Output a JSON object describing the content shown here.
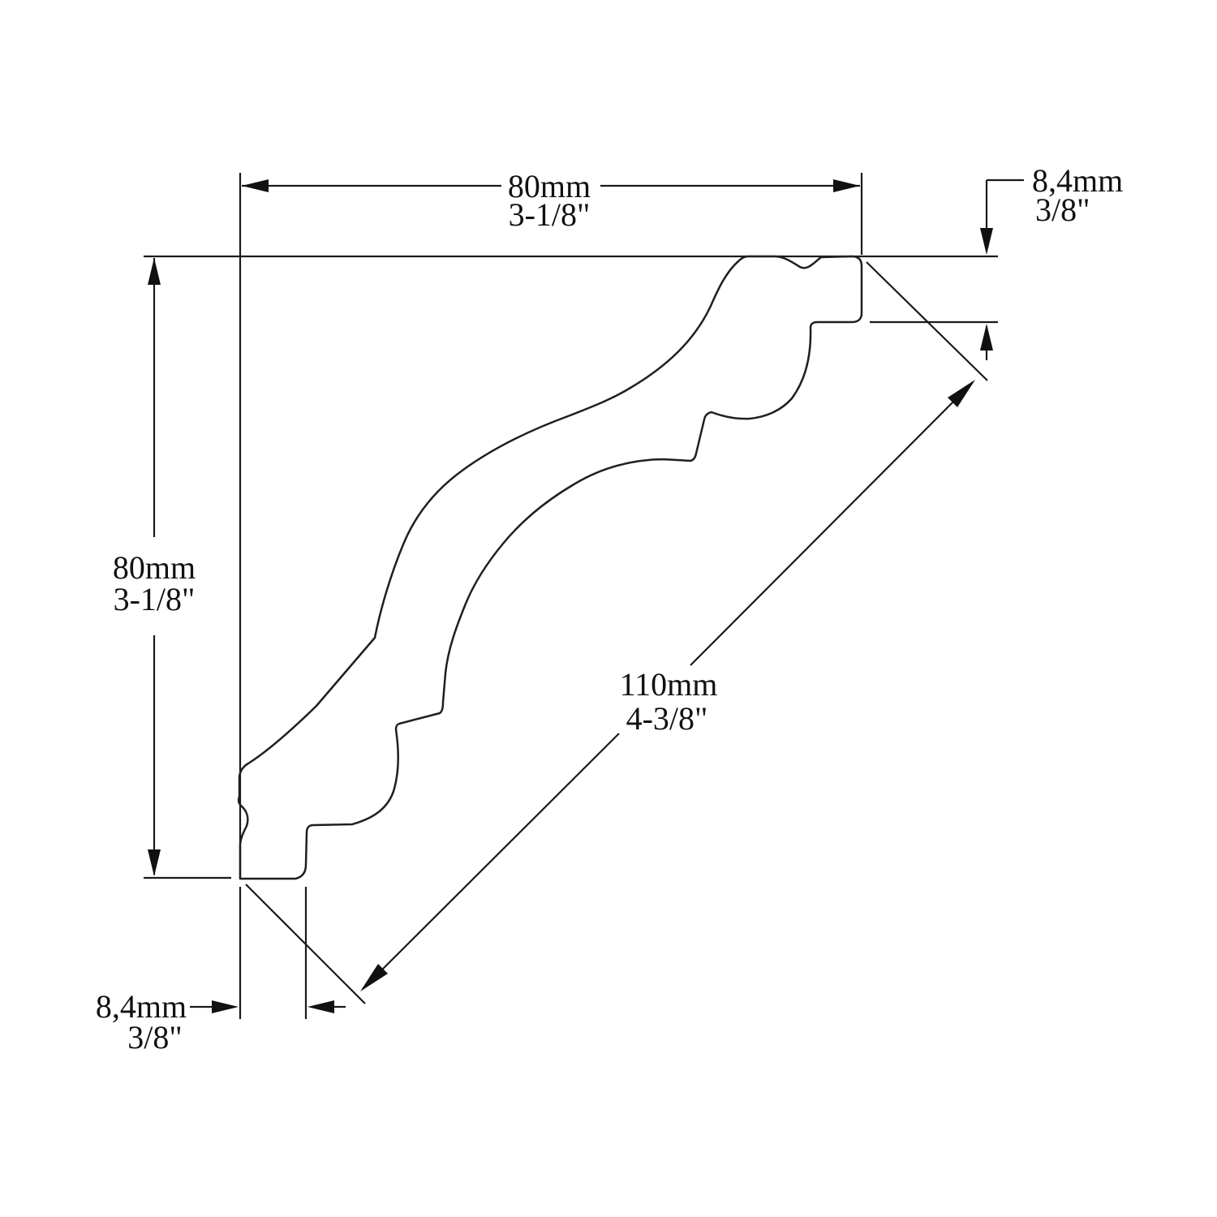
{
  "title": "Crown molding profile dimension drawing",
  "colors": {
    "background": "#ffffff",
    "line": "#1a1a1a",
    "text": "#111111"
  },
  "dims": {
    "top_width_mm": "80mm",
    "top_width_in": "3-1/8\"",
    "left_height_mm": "80mm",
    "left_height_in": "3-1/8\"",
    "top_right_thickness_mm": "8,4mm",
    "top_right_thickness_in": "3/8\"",
    "face_diagonal_mm": "110mm",
    "face_diagonal_in": "4-3/8\"",
    "bottom_left_thickness_mm": "8,4mm",
    "bottom_left_thickness_in": "3/8\""
  }
}
